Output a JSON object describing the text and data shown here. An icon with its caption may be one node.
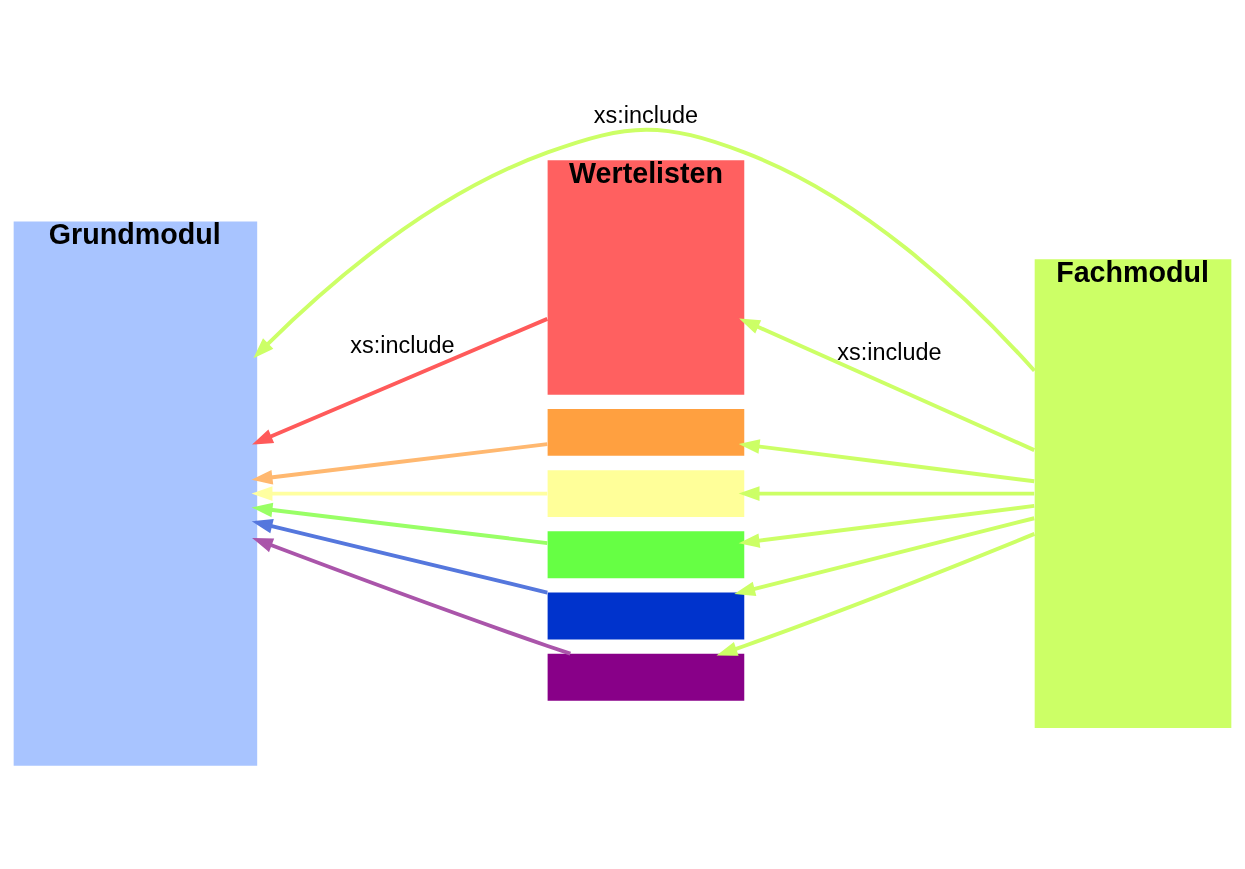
{
  "diagram": {
    "nodes": [
      {
        "text": [
          "Grundmodul"
        ]
      },
      {
        "text": [
          "Fachmodul"
        ]
      },
      {
        "text": [
          "Wertelisten"
        ]
      },
      {
        "text": [],
        "shape": "box"
      },
      {
        "text": [],
        "shape": "box"
      },
      {
        "text": [],
        "shape": "box"
      },
      {
        "text": [],
        "shape": "box"
      },
      {
        "text": [],
        "shape": "box"
      }
    ],
    "edges": [
      {
        "from": 1,
        "to": 0,
        "arrow": "to",
        "label": "xs:include"
      },
      {
        "from": 1,
        "to": 2,
        "arrow": "to",
        "label": "xs:include"
      },
      {
        "from": 1,
        "to": 3,
        "arrow": "to"
      },
      {
        "from": 1,
        "to": 4,
        "arrow": "to"
      },
      {
        "from": 1,
        "to": 5,
        "arrow": "to"
      },
      {
        "from": 1,
        "to": 6,
        "arrow": "to"
      },
      {
        "from": 1,
        "to": 7,
        "arrow": "to"
      },
      {
        "from": 2,
        "to": 0,
        "arrow": "to",
        "label": "xs:include",
        "color": "#ff5a5a"
      },
      {
        "from": 3,
        "to": 0,
        "arrow": "to",
        "color": "#ffb870"
      },
      {
        "from": 4,
        "to": 0,
        "arrow": "to",
        "color": "#ffffa0"
      },
      {
        "from": 5,
        "to": 0,
        "arrow": "to",
        "color": "#99ff66"
      },
      {
        "from": 6,
        "to": 0,
        "arrow": "to",
        "color": "#5577dd"
      },
      {
        "from": 7,
        "to": 0,
        "arrow": "to",
        "color": "#aa55aa"
      }
    ]
  }
}
